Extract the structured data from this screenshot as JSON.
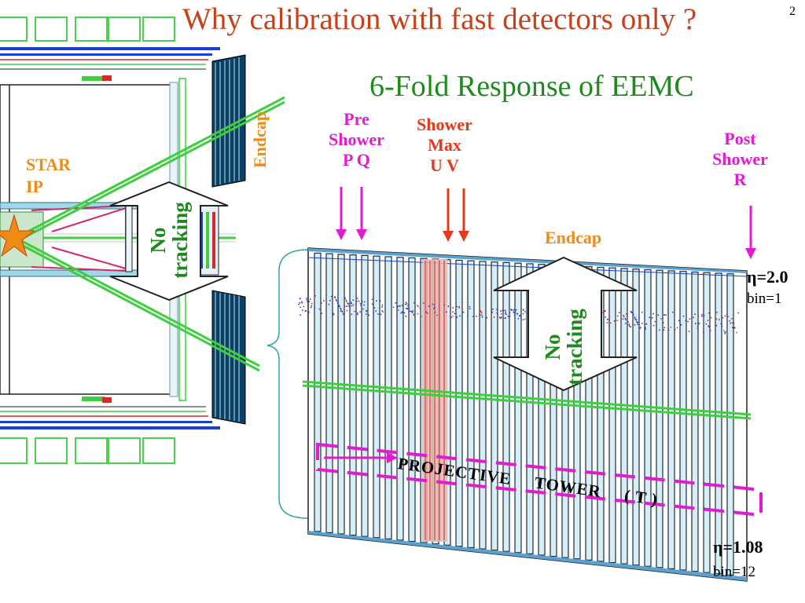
{
  "title": "Why calibration with fast detectors only ?",
  "page_number": "2",
  "subtitle": "6-Fold Response of EEMC",
  "labels": {
    "pre_shower": [
      "Pre",
      "Shower",
      "P Q"
    ],
    "shower_max": [
      "Shower",
      "Max",
      "U V"
    ],
    "post_shower": [
      "Post",
      "Shower",
      "R"
    ],
    "star_ip": [
      "STAR",
      "IP"
    ],
    "endcap_left": "Endcap",
    "endcap_right": "Endcap",
    "no_tracking_left": [
      "No",
      "tracking"
    ],
    "no_tracking_right": [
      "No",
      "tracking"
    ],
    "eta_top": "η=2.0",
    "bin_top": "bin=1",
    "eta_bottom": "η=1.08",
    "bin_bottom": "bin=12",
    "projective_tower": [
      "PROJECTIVE",
      "TOWER",
      "( T )"
    ]
  },
  "colors": {
    "title": "#c8401a",
    "subtitle": "#1e8a1e",
    "magenta": "#e21ad0",
    "red_orange": "#e5391a",
    "orange": "#ef8a12",
    "green": "#1e8a1e",
    "track_green": "#3ecf3e",
    "detector_cyan": "#9fd9e8"
  }
}
